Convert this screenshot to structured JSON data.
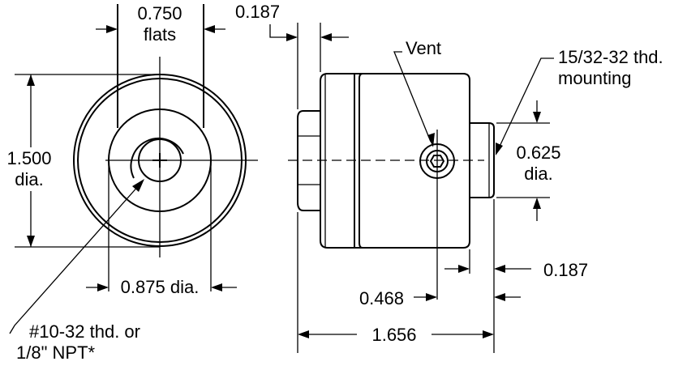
{
  "labels": {
    "flats_value": "0.750",
    "flats_word": "flats",
    "top_thickness": "0.187",
    "vent": "Vent",
    "mounting_line1": "15/32-32 thd.",
    "mounting_line2": "mounting",
    "outer_dia_value": "1.500",
    "outer_dia_word": "dia.",
    "stem_dia_value": "0.625",
    "stem_dia_word": "dia.",
    "inner_dia": "0.875 dia.",
    "stem_length": "0.187",
    "vent_offset": "0.468",
    "overall_length": "1.656",
    "port_line1": "#10-32 thd. or",
    "port_line2": "1/8\" NPT*"
  }
}
